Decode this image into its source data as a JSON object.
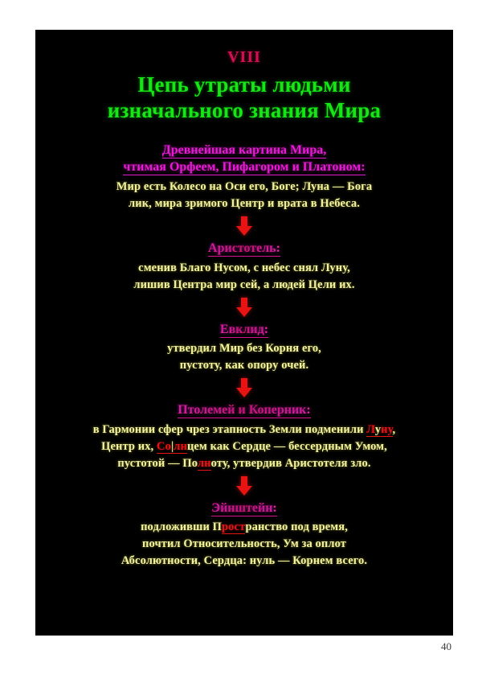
{
  "document": {
    "page_number": "40",
    "background_color": "#ffffff",
    "slide_background_color": "#000000"
  },
  "slide": {
    "chapter_number": "VIII",
    "title_lines": [
      "Цепь утраты людьми",
      "изначального знания Мира"
    ],
    "title_color": "#16e616",
    "chapter_number_color": "#d31052",
    "heading_color": "#e81ad6",
    "body_color": "#f2f2a0",
    "arrow_color": "#e81414",
    "highlight_color": "#e81414",
    "arrow_icon": "arrow-down-icon",
    "blocks": [
      {
        "heading_lines": [
          "Древнейшая картина Мира,",
          "чтимая Орфеем, Пифагором и Платоном:"
        ],
        "body_lines": [
          "Мир есть Колесо на Оси его, Боге; Луна — Бога",
          "лик, мира зримого Центр и врата в Небеса."
        ]
      },
      {
        "heading_lines": [
          "Аристотель:"
        ],
        "body_lines": [
          "сменив Благо Нусом, с небес снял Луну,",
          "лишив Центра мир сей, а людей Цели их."
        ]
      },
      {
        "heading_lines": [
          "Евклид:"
        ],
        "body_lines": [
          "утвердил Мир без Корня его,",
          "пустоту, как опору очей."
        ]
      },
      {
        "heading_lines": [
          "Птолемей и Коперник:"
        ],
        "body_lines": [
          "в Гармонии сфер чрез этапность Земли подменили Луну,",
          "Центр их, Солнцем как Сердце — бессердным Умом,",
          "пустотой — Полноту, утвердив Аристотеля зло."
        ],
        "body_runs": [
          [
            {
              "t": "в Гармонии сфер чрез этапность Земли подменили ",
              "s": "plain"
            },
            {
              "t": "Л",
              "s": "hl"
            },
            {
              "t": "у",
              "s": "hl-plain"
            },
            {
              "t": "ну",
              "s": "hl"
            },
            {
              "t": ",",
              "s": "plain"
            }
          ],
          [
            {
              "t": "Центр их, ",
              "s": "plain"
            },
            {
              "t": "Со",
              "s": "hl"
            },
            {
              "t": "|",
              "s": "hl-plain"
            },
            {
              "t": "лн",
              "s": "hl"
            },
            {
              "t": "цем как Сердце — бессердным Умом,",
              "s": "plain"
            }
          ],
          [
            {
              "t": "пустотой — По",
              "s": "plain"
            },
            {
              "t": "лн",
              "s": "hl"
            },
            {
              "t": "оту, утвердив Аристотеля зло.",
              "s": "plain"
            }
          ]
        ]
      },
      {
        "heading_lines": [
          "Эйнштейн:"
        ],
        "body_lines": [
          "подложивши Пространство под время,",
          "почтил Относительность, Ум за оплот",
          "Абсолютности, Сердца: нуль — Корнем всего."
        ],
        "body_runs": [
          [
            {
              "t": "подложивши П",
              "s": "plain"
            },
            {
              "t": "рост",
              "s": "hl"
            },
            {
              "t": "ранство под время,",
              "s": "plain"
            }
          ],
          [
            {
              "t": "почтил Относительность, Ум за оплот",
              "s": "plain"
            }
          ],
          [
            {
              "t": "Абсолютности, Сердца: нуль — Корнем всего.",
              "s": "plain"
            }
          ]
        ]
      }
    ]
  }
}
